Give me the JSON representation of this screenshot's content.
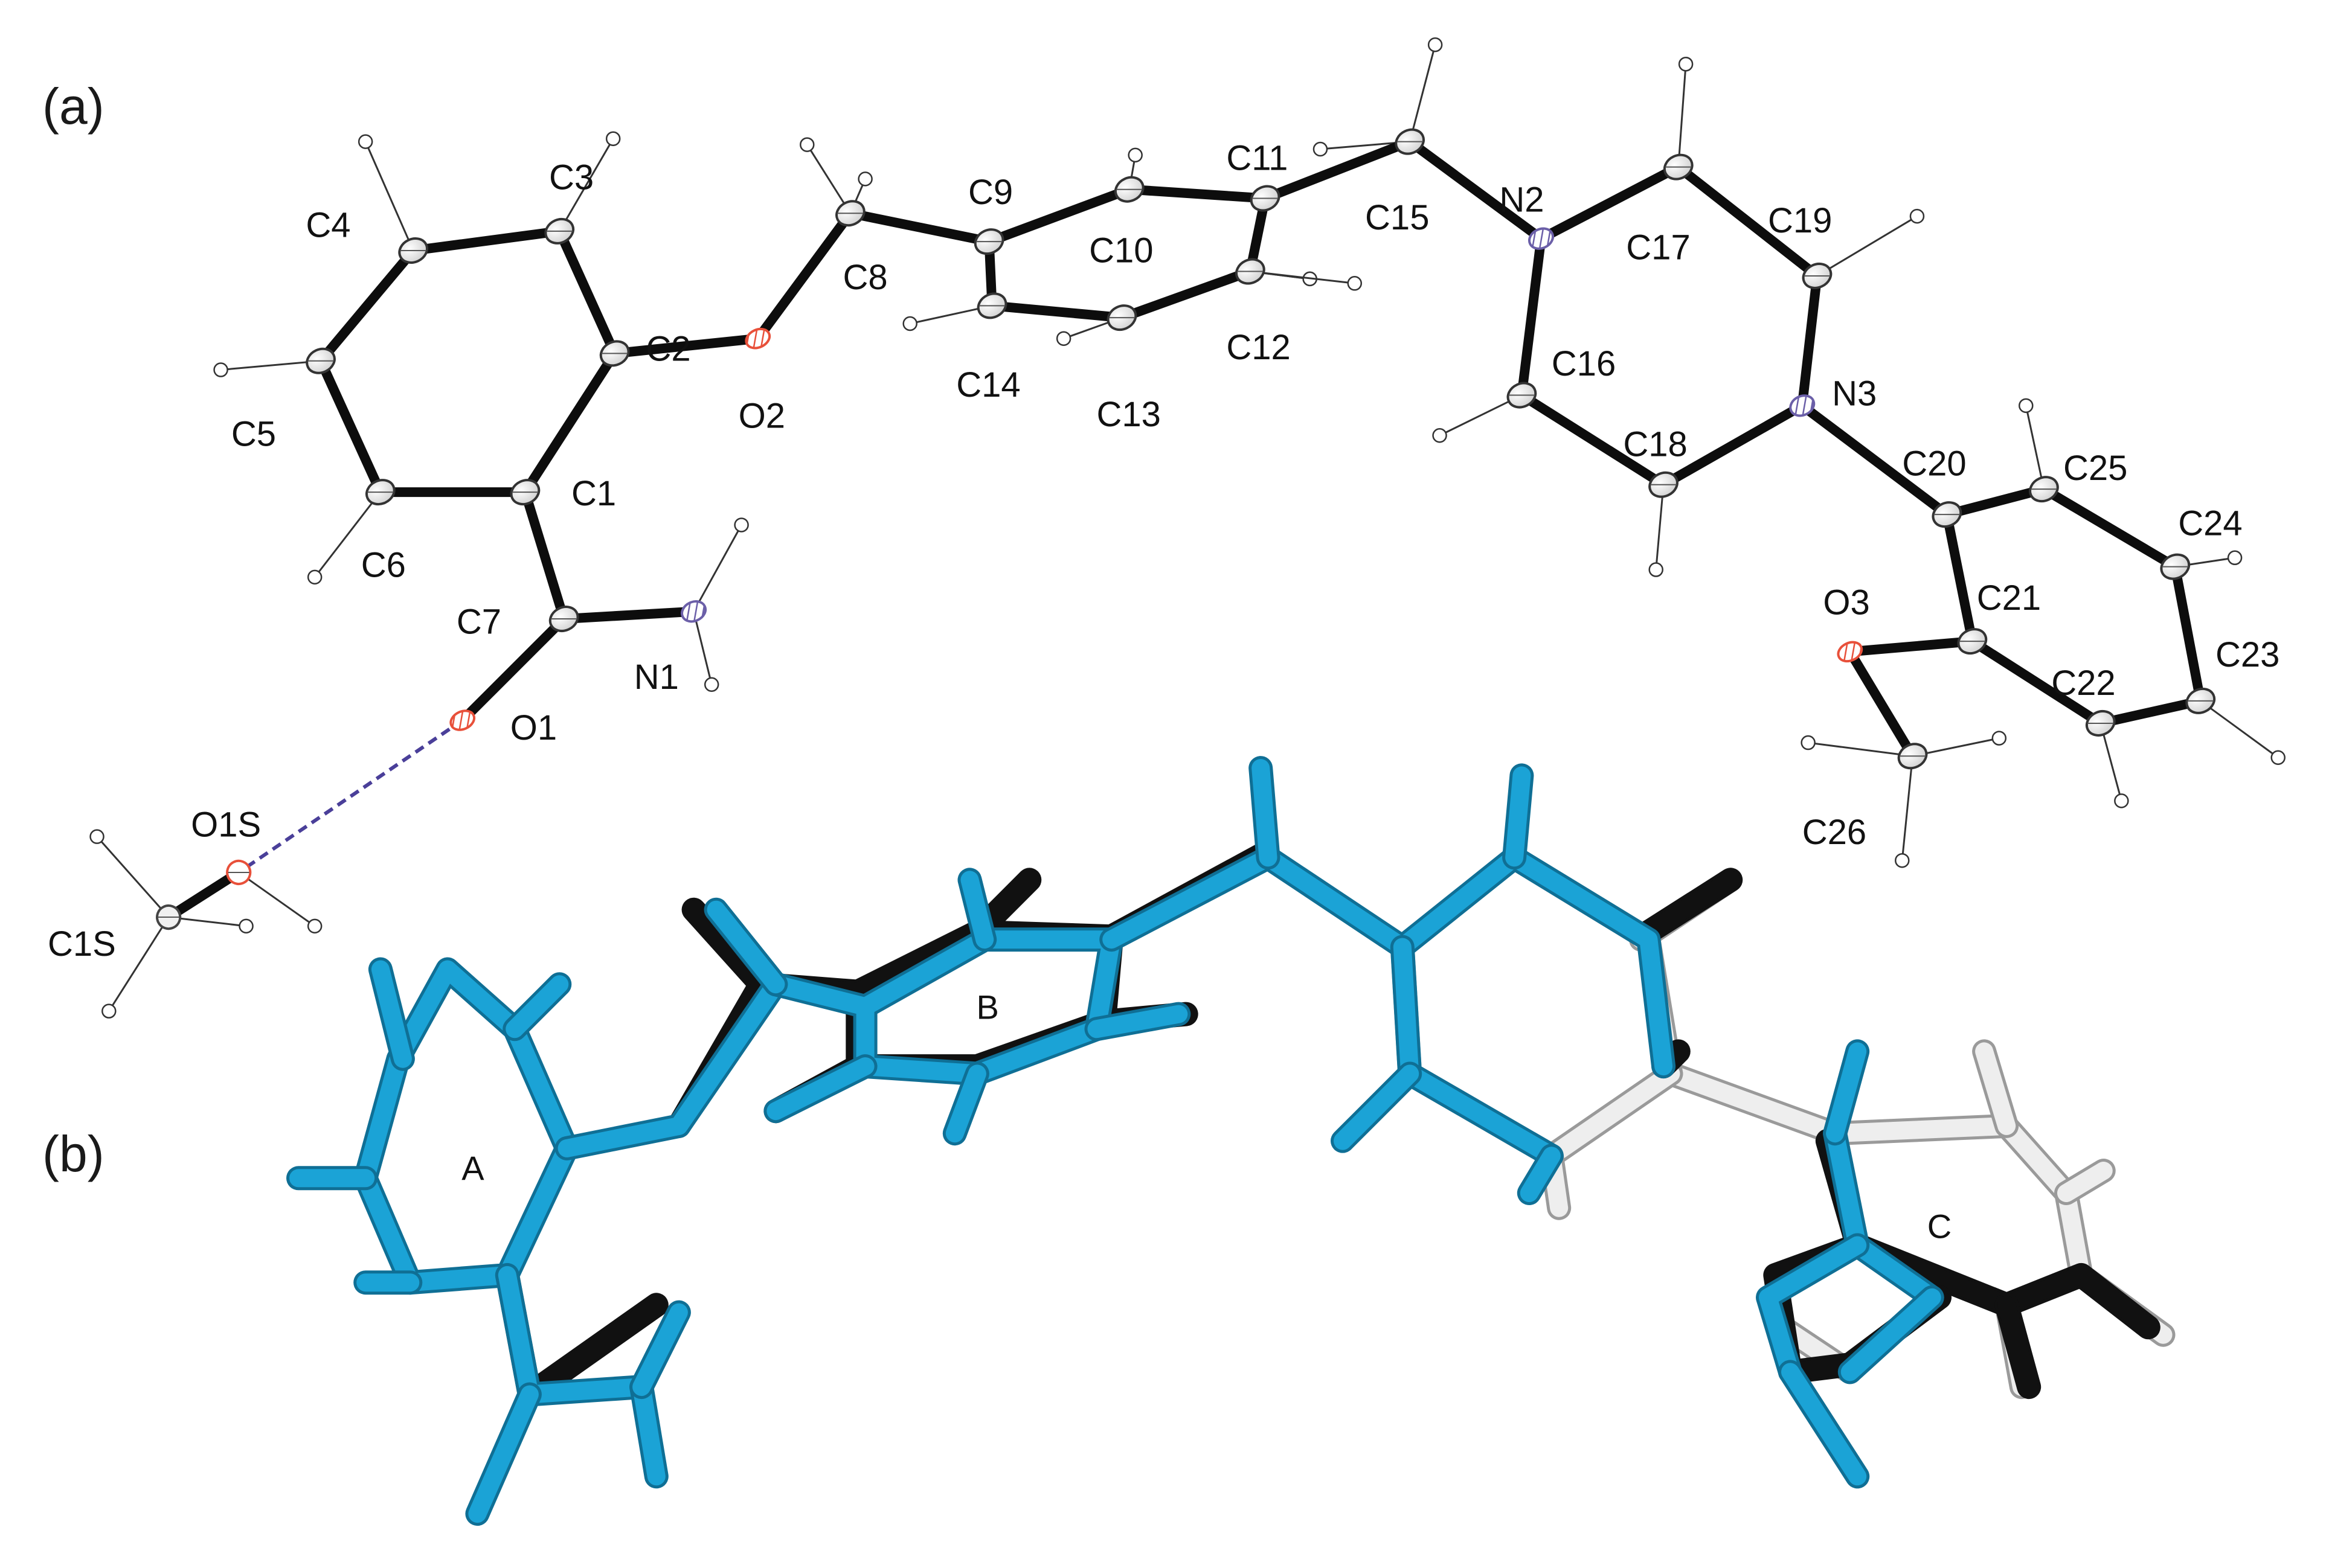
{
  "panels": {
    "a": "(a)",
    "b": "(b)"
  },
  "colors": {
    "carbon": "#f4f4f4",
    "nitrogen": "#6b5fa8",
    "oxygen": "#e8503a",
    "solvent": "#8a8a8a",
    "overlay_blue": "#1ba3d6",
    "overlay_black": "#111111",
    "overlay_white": "#eeeeee",
    "hbond_dash": "#4a3f99"
  },
  "atoms": [
    {
      "id": "C1",
      "label": "C1",
      "el": "C"
    },
    {
      "id": "C2",
      "label": "C2",
      "el": "C"
    },
    {
      "id": "C3",
      "label": "C3",
      "el": "C"
    },
    {
      "id": "C4",
      "label": "C4",
      "el": "C"
    },
    {
      "id": "C5",
      "label": "C5",
      "el": "C"
    },
    {
      "id": "C6",
      "label": "C6",
      "el": "C"
    },
    {
      "id": "C7",
      "label": "C7",
      "el": "C"
    },
    {
      "id": "O1",
      "label": "O1",
      "el": "O"
    },
    {
      "id": "N1",
      "label": "N1",
      "el": "N"
    },
    {
      "id": "O2",
      "label": "O2",
      "el": "O"
    },
    {
      "id": "C8",
      "label": "C8",
      "el": "C"
    },
    {
      "id": "C9",
      "label": "C9",
      "el": "C"
    },
    {
      "id": "C10",
      "label": "C10",
      "el": "C"
    },
    {
      "id": "C11",
      "label": "C11",
      "el": "C"
    },
    {
      "id": "C12",
      "label": "C12",
      "el": "C"
    },
    {
      "id": "C13",
      "label": "C13",
      "el": "C"
    },
    {
      "id": "C14",
      "label": "C14",
      "el": "C"
    },
    {
      "id": "C15",
      "label": "C15",
      "el": "C"
    },
    {
      "id": "N2",
      "label": "N2",
      "el": "N"
    },
    {
      "id": "C16",
      "label": "C16",
      "el": "C"
    },
    {
      "id": "C17",
      "label": "C17",
      "el": "C"
    },
    {
      "id": "C18",
      "label": "C18",
      "el": "C"
    },
    {
      "id": "C19",
      "label": "C19",
      "el": "C"
    },
    {
      "id": "N3",
      "label": "N3",
      "el": "N"
    },
    {
      "id": "C20",
      "label": "C20",
      "el": "C"
    },
    {
      "id": "C21",
      "label": "C21",
      "el": "C"
    },
    {
      "id": "C22",
      "label": "C22",
      "el": "C"
    },
    {
      "id": "C23",
      "label": "C23",
      "el": "C"
    },
    {
      "id": "C24",
      "label": "C24",
      "el": "C"
    },
    {
      "id": "C25",
      "label": "C25",
      "el": "C"
    },
    {
      "id": "O3",
      "label": "O3",
      "el": "O"
    },
    {
      "id": "C26",
      "label": "C26",
      "el": "C"
    },
    {
      "id": "O1S",
      "label": "O1S",
      "el": "S"
    },
    {
      "id": "C1S",
      "label": "C1S",
      "el": "S"
    }
  ],
  "bonds": [
    [
      "C1",
      "C2"
    ],
    [
      "C2",
      "C3"
    ],
    [
      "C3",
      "C4"
    ],
    [
      "C4",
      "C5"
    ],
    [
      "C5",
      "C6"
    ],
    [
      "C6",
      "C1"
    ],
    [
      "C1",
      "C7"
    ],
    [
      "C7",
      "O1"
    ],
    [
      "C7",
      "N1"
    ],
    [
      "C2",
      "O2"
    ],
    [
      "O2",
      "C8"
    ],
    [
      "C8",
      "C9"
    ],
    [
      "C9",
      "C10"
    ],
    [
      "C10",
      "C11"
    ],
    [
      "C11",
      "C12"
    ],
    [
      "C12",
      "C13"
    ],
    [
      "C13",
      "C14"
    ],
    [
      "C14",
      "C9"
    ],
    [
      "C11",
      "C15"
    ],
    [
      "C15",
      "N2"
    ],
    [
      "N2",
      "C16"
    ],
    [
      "N2",
      "C17"
    ],
    [
      "C16",
      "C18"
    ],
    [
      "C17",
      "C19"
    ],
    [
      "C18",
      "N3"
    ],
    [
      "C19",
      "N3"
    ],
    [
      "N3",
      "C20"
    ],
    [
      "C20",
      "C21"
    ],
    [
      "C21",
      "C22"
    ],
    [
      "C22",
      "C23"
    ],
    [
      "C23",
      "C24"
    ],
    [
      "C24",
      "C25"
    ],
    [
      "C25",
      "C20"
    ],
    [
      "C21",
      "O3"
    ],
    [
      "O3",
      "C26"
    ],
    [
      "O1S",
      "C1S"
    ]
  ],
  "hydrogen_bond": [
    "O1",
    "O1S"
  ],
  "rings": [
    {
      "id": "A",
      "label": "A"
    },
    {
      "id": "B",
      "label": "B"
    },
    {
      "id": "C",
      "label": "C"
    }
  ]
}
